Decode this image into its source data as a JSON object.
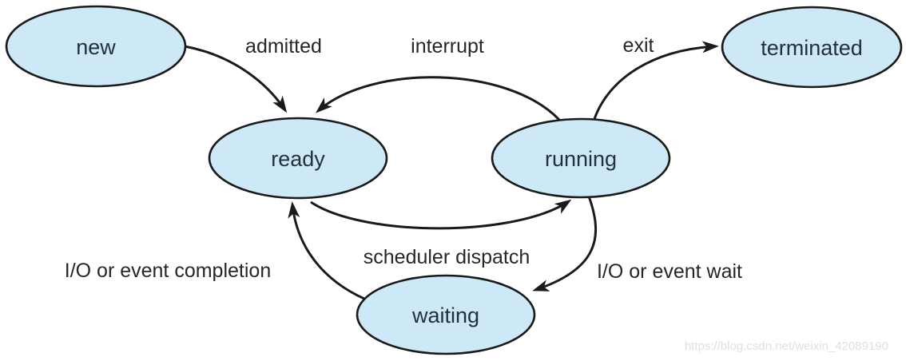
{
  "diagram": {
    "type": "state-transition-diagram",
    "subject": "process states",
    "nodes": [
      {
        "id": "new",
        "label": "new"
      },
      {
        "id": "ready",
        "label": "ready"
      },
      {
        "id": "running",
        "label": "running"
      },
      {
        "id": "waiting",
        "label": "waiting"
      },
      {
        "id": "terminated",
        "label": "terminated"
      }
    ],
    "edges": [
      {
        "from": "new",
        "to": "ready",
        "label": "admitted"
      },
      {
        "from": "running",
        "to": "ready",
        "label": "interrupt"
      },
      {
        "from": "running",
        "to": "terminated",
        "label": "exit"
      },
      {
        "from": "ready",
        "to": "running",
        "label": "scheduler dispatch"
      },
      {
        "from": "running",
        "to": "waiting",
        "label": "I/O or event wait"
      },
      {
        "from": "waiting",
        "to": "ready",
        "label": "I/O or event completion"
      }
    ]
  },
  "colors": {
    "node_fill": "#cde8f6",
    "node_stroke": "#1a1a1a",
    "edge_stroke": "#1a1a1a",
    "node_text": "#23313b",
    "label_text": "#272727",
    "watermark": "#e0e0e0",
    "background": "#ffffff"
  },
  "watermark": {
    "text": "https://blog.csdn.net/weixin_42089190"
  }
}
